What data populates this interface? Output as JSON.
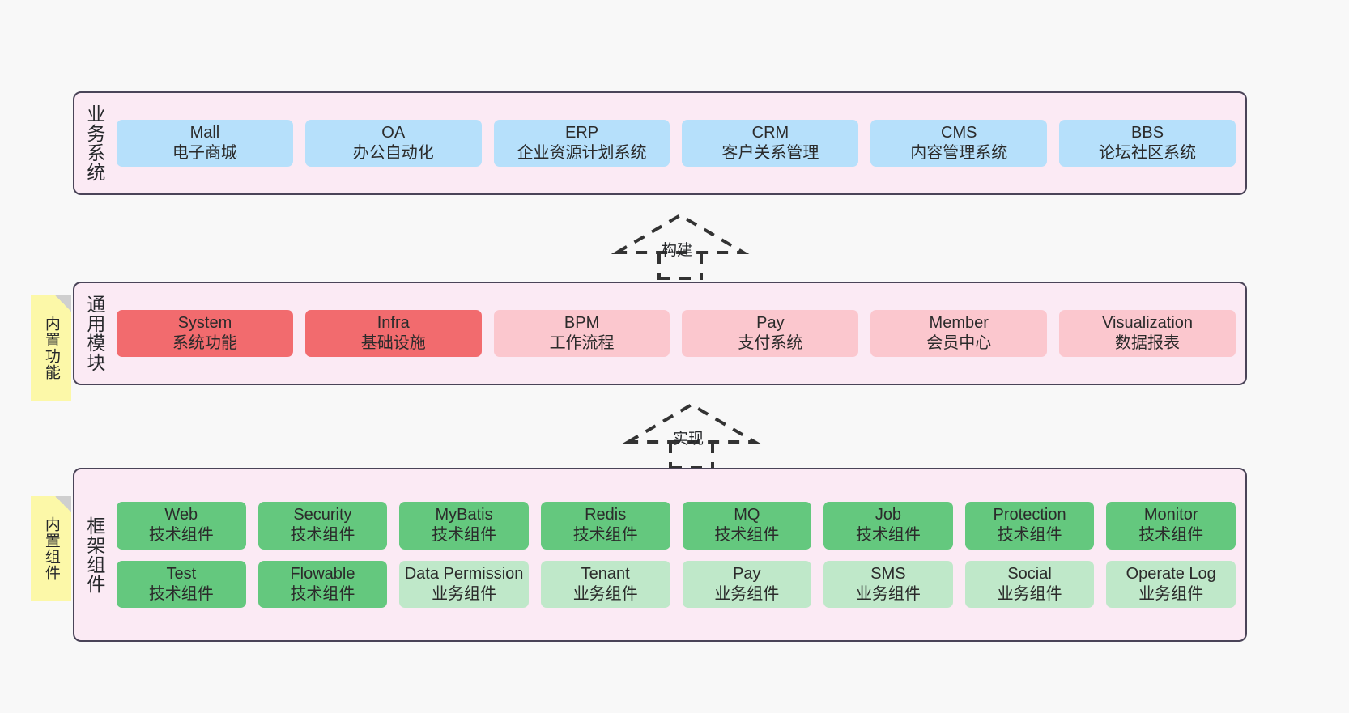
{
  "diagram": {
    "title": "yudao-cloud / ruoyi-vue-pro architecture layers",
    "background": "#f8f8f8",
    "colors": {
      "band_bg": "#fbeaf4",
      "band_border": "#4a4458",
      "blue": "#b6e0fb",
      "red": "#f26b6e",
      "pink": "#fbc7ce",
      "green": "#64c87e",
      "mint": "#bfe8c9",
      "note": "#fcf8a8",
      "note_fold": "#cfcfcf",
      "text": "#2b2b2b"
    }
  },
  "layers": [
    {
      "id": "business-system",
      "title": "业务系统",
      "rows": [
        [
          {
            "name": "Mall",
            "desc": "电子商城",
            "color": "blue"
          },
          {
            "name": "OA",
            "desc": "办公自动化",
            "color": "blue"
          },
          {
            "name": "ERP",
            "desc": "企业资源计划系统",
            "color": "blue"
          },
          {
            "name": "CRM",
            "desc": "客户关系管理",
            "color": "blue"
          },
          {
            "name": "CMS",
            "desc": "内容管理系统",
            "color": "blue"
          },
          {
            "name": "BBS",
            "desc": "论坛社区系统",
            "color": "blue"
          }
        ]
      ]
    },
    {
      "id": "common-module",
      "title": "通用模块",
      "note": "内置功能",
      "rows": [
        [
          {
            "name": "System",
            "desc": "系统功能",
            "color": "red"
          },
          {
            "name": "Infra",
            "desc": "基础设施",
            "color": "red"
          },
          {
            "name": "BPM",
            "desc": "工作流程",
            "color": "pink"
          },
          {
            "name": "Pay",
            "desc": "支付系统",
            "color": "pink"
          },
          {
            "name": "Member",
            "desc": "会员中心",
            "color": "pink"
          },
          {
            "name": "Visualization",
            "desc": "数据报表",
            "color": "pink"
          }
        ]
      ]
    },
    {
      "id": "framework-component",
      "title": "框架组件",
      "note": "内置组件",
      "rows": [
        [
          {
            "name": "Web",
            "desc": "技术组件",
            "color": "green"
          },
          {
            "name": "Security",
            "desc": "技术组件",
            "color": "green"
          },
          {
            "name": "MyBatis",
            "desc": "技术组件",
            "color": "green"
          },
          {
            "name": "Redis",
            "desc": "技术组件",
            "color": "green"
          },
          {
            "name": "MQ",
            "desc": "技术组件",
            "color": "green"
          },
          {
            "name": "Job",
            "desc": "技术组件",
            "color": "green"
          },
          {
            "name": "Protection",
            "desc": "技术组件",
            "color": "green"
          },
          {
            "name": "Monitor",
            "desc": "技术组件",
            "color": "green"
          }
        ],
        [
          {
            "name": "Test",
            "desc": "技术组件",
            "color": "green"
          },
          {
            "name": "Flowable",
            "desc": "技术组件",
            "color": "green"
          },
          {
            "name": "Data Permission",
            "desc": "业务组件",
            "color": "mint"
          },
          {
            "name": "Tenant",
            "desc": "业务组件",
            "color": "mint"
          },
          {
            "name": "Pay",
            "desc": "业务组件",
            "color": "mint"
          },
          {
            "name": "SMS",
            "desc": "业务组件",
            "color": "mint"
          },
          {
            "name": "Social",
            "desc": "业务组件",
            "color": "mint"
          },
          {
            "name": "Operate Log",
            "desc": "业务组件",
            "color": "mint"
          }
        ]
      ]
    }
  ],
  "connectors": [
    {
      "id": "build",
      "label": "构建",
      "from": "common-module",
      "to": "business-system",
      "style": "dashed-hollow-triangle"
    },
    {
      "id": "implement",
      "label": "实现",
      "from": "framework-component",
      "to": "common-module",
      "style": "dashed-hollow-triangle"
    }
  ]
}
